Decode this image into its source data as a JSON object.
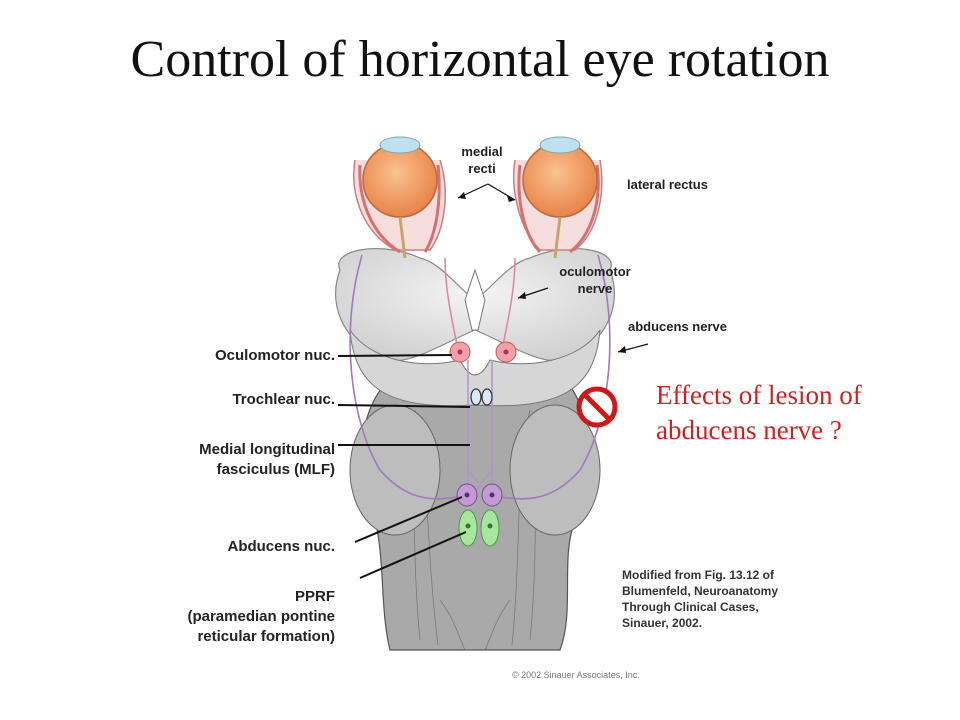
{
  "title": "Control of horizontal eye rotation",
  "labels": {
    "medial_recti": [
      "medial",
      "recti"
    ],
    "lateral_rectus": "lateral rectus",
    "oculomotor_nerve": [
      "oculomotor",
      "nerve"
    ],
    "abducens_nerve": "abducens nerve",
    "oculomotor_nuc": "Oculomotor nuc.",
    "trochlear_nuc": "Trochlear nuc.",
    "mlf": [
      "Medial longitudinal",
      "fasciculus (MLF)"
    ],
    "abducens_nuc": "Abducens nuc.",
    "pprf": [
      "PPRF",
      "(paramedian pontine",
      "reticular formation)"
    ]
  },
  "question": [
    "Effects of lesion of",
    "abducens nerve ?"
  ],
  "credit": [
    "Modified from Fig. 13.12 of",
    "Blumenfeld, Neuroanatomy",
    "Through Clinical Cases,",
    "Sinauer, 2002."
  ],
  "copyright": "© 2002 Sinauer Associates, Inc.",
  "colors": {
    "title": "#111111",
    "question": "#d02020",
    "prohibition": "#d01818",
    "oculomotor_nucleus": "#f4a0a8",
    "abducens_nucleus": "#c39bd3",
    "pprf": "#a8e6a0",
    "eye": "#f0a06a"
  }
}
